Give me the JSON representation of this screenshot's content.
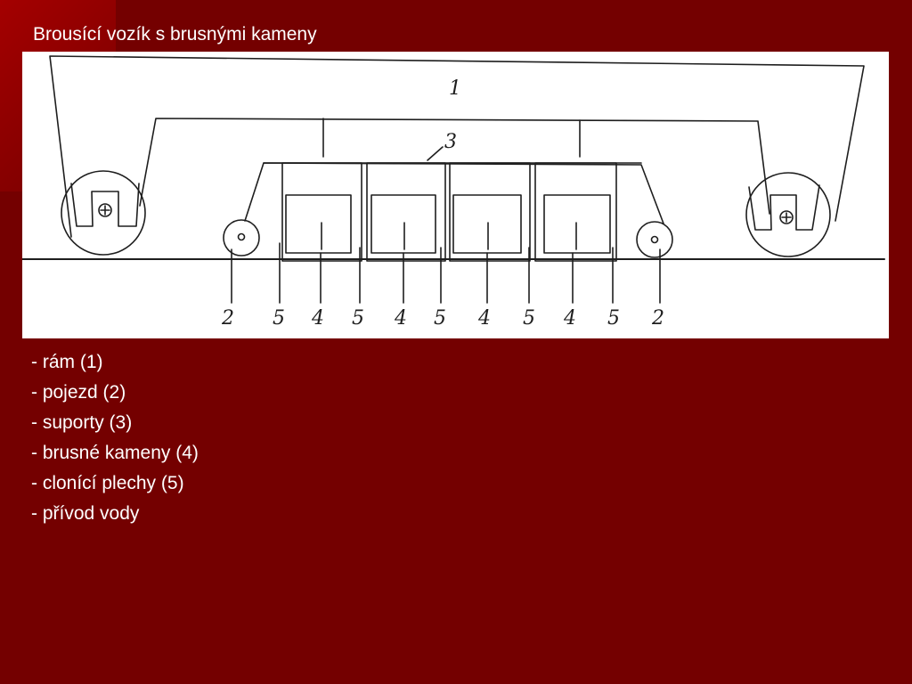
{
  "slide": {
    "title": "Brousící vozík s brusnými kameny",
    "bullets": [
      "- rám (1)",
      "- pojezd (2)",
      "- suporty (3)",
      "- brusné kameny (4)",
      "- clonící plechy (5)",
      "- přívod vody"
    ]
  },
  "diagram": {
    "labels": {
      "frame": "1",
      "support": "3",
      "bottom": [
        "2",
        "5",
        "4",
        "5",
        "4",
        "5",
        "4",
        "5",
        "4",
        "5",
        "2"
      ]
    }
  },
  "colors": {
    "background": "#740000",
    "accent": "#a40000",
    "text": "#ffffff",
    "figure_background": "#ffffff",
    "line": "#1e1e1e"
  }
}
